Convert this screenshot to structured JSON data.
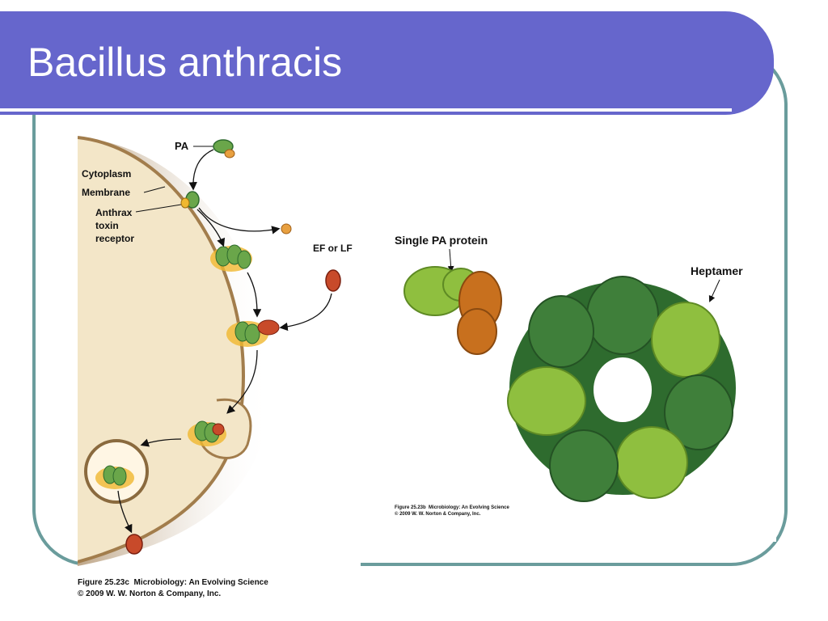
{
  "slide": {
    "title": "Bacillus anthracis"
  },
  "left_figure": {
    "labels": {
      "pa": "PA",
      "cytoplasm": "Cytoplasm",
      "membrane": "Membrane",
      "receptor_line1": "Anthrax",
      "receptor_line2": "toxin",
      "receptor_line3": "receptor",
      "ef_lf": "EF or LF"
    },
    "caption_line1_bold": "Figure 25.23c",
    "caption_line1_rest": "Microbiology: An Evolving Science",
    "caption_line2": "© 2009 W. W. Norton & Company, Inc."
  },
  "right_figure": {
    "labels": {
      "single_pa": "Single PA protein",
      "heptamer": "Heptamer"
    },
    "caption_line1_bold": "Figure 25.23b",
    "caption_line1_rest": "Microbiology: An Evolving Science",
    "caption_line2": "© 2009 W. W. Norton & Company, Inc."
  },
  "colors": {
    "title_bar": "#6666cc",
    "frame": "#6a9c9c",
    "dark_green": "#2e6b2e",
    "light_green": "#8fbf3f",
    "orange": "#c8701e",
    "cell_tan": "#c9a878"
  }
}
